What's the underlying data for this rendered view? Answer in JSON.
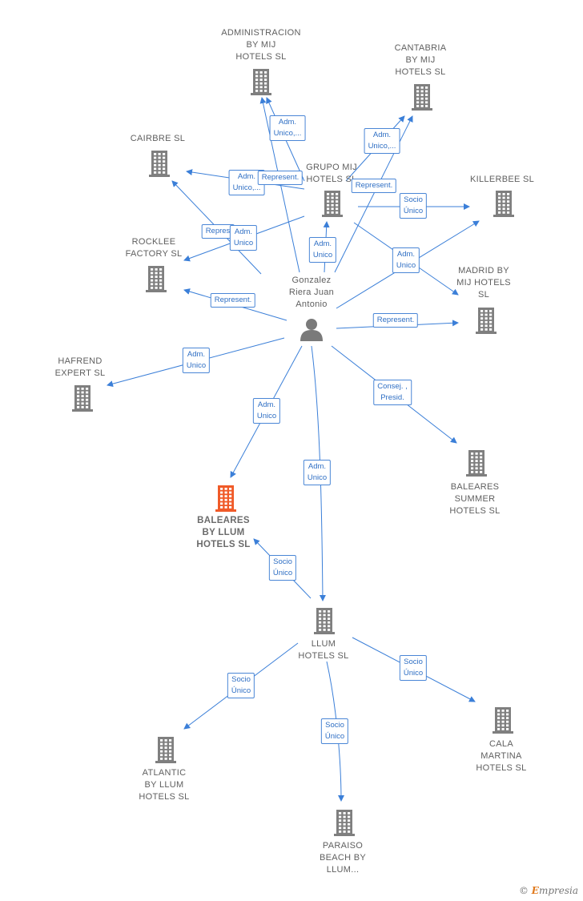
{
  "colors": {
    "edge": "#3b7fd8",
    "building": "#7f7f7f",
    "highlight": "#f05a28",
    "person": "#7a7a7a"
  },
  "person": {
    "label": "Gonzalez\nRiera Juan\nAntonio"
  },
  "companies": {
    "administracion": "ADMINISTRACION\nBY MIJ\nHOTELS  SL",
    "cantabria": "CANTABRIA\nBY MIJ\nHOTELS  SL",
    "cairbre": "CAIRBRE  SL",
    "grupo": "GRUPO MIJ\nHOTELS  SL",
    "killerbee": "KILLERBEE  SL",
    "rocklee": "ROCKLEE\nFACTORY  SL",
    "madrid": "MADRID BY\nMIJ HOTELS\nSL",
    "hafrend": "HAFREND\nEXPERT  SL",
    "baleares_summer": "BALEARES\nSUMMER\nHOTELS  SL",
    "baleares_llum": "BALEARES\nBY LLUM\nHOTELS  SL",
    "llum": "LLUM\nHOTELS  SL",
    "cala": "CALA\nMARTINA\nHOTELS  SL",
    "atlantic": "ATLANTIC\nBY LLUM\nHOTELS  SL",
    "paraiso": "PARAISO\nBEACH BY\nLLUM..."
  },
  "edge_labels": {
    "adm_unico_dots_a": "Adm.\nUnico,...",
    "adm_unico_dots_b": "Adm.\nUnico,...",
    "adm_unico_dots_c": "Adm.\nUnico,...",
    "represent_a": "Represent.",
    "represent_b": "Represent.",
    "represent_c": "Repres",
    "represent_d": "Represent.",
    "represent_e": "Represent.",
    "socio_unico_a": "Socio\nÚnico",
    "adm_unico_a": "Adm.\nUnico",
    "adm_unico_b": "Adm.\nUnico",
    "adm_unico_c": "Adm.\nUnico",
    "adm_unico_d": "Adm.\nUnico",
    "adm_unico_e": "Adm.\nUnico",
    "adm_unico_f": "Adm.\nUnico",
    "consej": "Consej. ,\nPresid.",
    "socio_unico_b": "Socio\nÚnico",
    "socio_unico_c": "Socio\nÚnico",
    "socio_unico_d": "Socio\nÚnico",
    "socio_unico_e": "Socio\nÚnico"
  },
  "footer": {
    "copyright_symbol": "©",
    "brand_initial": "E",
    "brand_rest": "mpresia"
  }
}
